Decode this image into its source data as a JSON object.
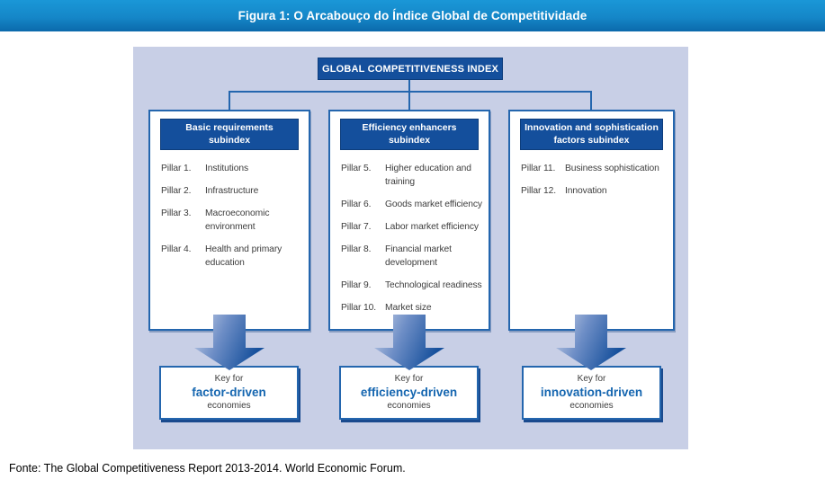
{
  "figure": {
    "title": "Figura 1: O Arcabouço do Índice Global de Competitividade"
  },
  "diagram": {
    "root": {
      "label": "GLOBAL COMPETITIVENESS INDEX"
    },
    "columns": [
      {
        "header_line1": "Basic requirements",
        "header_line2": "subindex",
        "pillars": [
          {
            "label": "Pillar 1.",
            "text": "Institutions"
          },
          {
            "label": "Pillar 2.",
            "text": "Infrastructure"
          },
          {
            "label": "Pillar 3.",
            "text": "Macroeconomic environment"
          },
          {
            "label": "Pillar 4.",
            "text": "Health and primary education"
          }
        ],
        "key": {
          "prefix": "Key for",
          "emphasis": "factor-driven",
          "suffix": "economies"
        }
      },
      {
        "header_line1": "Efficiency enhancers",
        "header_line2": "subindex",
        "pillars": [
          {
            "label": "Pillar 5.",
            "text": "Higher education and training"
          },
          {
            "label": "Pillar 6.",
            "text": "Goods market efficiency"
          },
          {
            "label": "Pillar 7.",
            "text": "Labor market efficiency"
          },
          {
            "label": "Pillar 8.",
            "text": "Financial market development"
          },
          {
            "label": "Pillar 9.",
            "text": "Technological readiness"
          },
          {
            "label": "Pillar 10.",
            "text": "Market size"
          }
        ],
        "key": {
          "prefix": "Key for",
          "emphasis": "efficiency-driven",
          "suffix": "economies"
        }
      },
      {
        "header_line1": "Innovation and sophistication",
        "header_line2": "factors subindex",
        "pillars": [
          {
            "label": "Pillar 11.",
            "text": "Business sophistication"
          },
          {
            "label": "Pillar 12.",
            "text": "Innovation"
          }
        ],
        "key": {
          "prefix": "Key for",
          "emphasis": "innovation-driven",
          "suffix": "economies"
        }
      }
    ]
  },
  "footer": {
    "source": "Fonte: The Global Competitiveness Report 2013-2014. World Economic Forum."
  },
  "colors": {
    "titlebar_top": "#1a97d7",
    "titlebar_bottom": "#0b69ab",
    "panel_bg": "#c8cfe6",
    "box_fill": "#144f9c",
    "line_blue": "#2466ae",
    "emphasis_text": "#1566b0",
    "arrow_light": "#c9d2e8",
    "arrow_dark": "#16509c"
  }
}
